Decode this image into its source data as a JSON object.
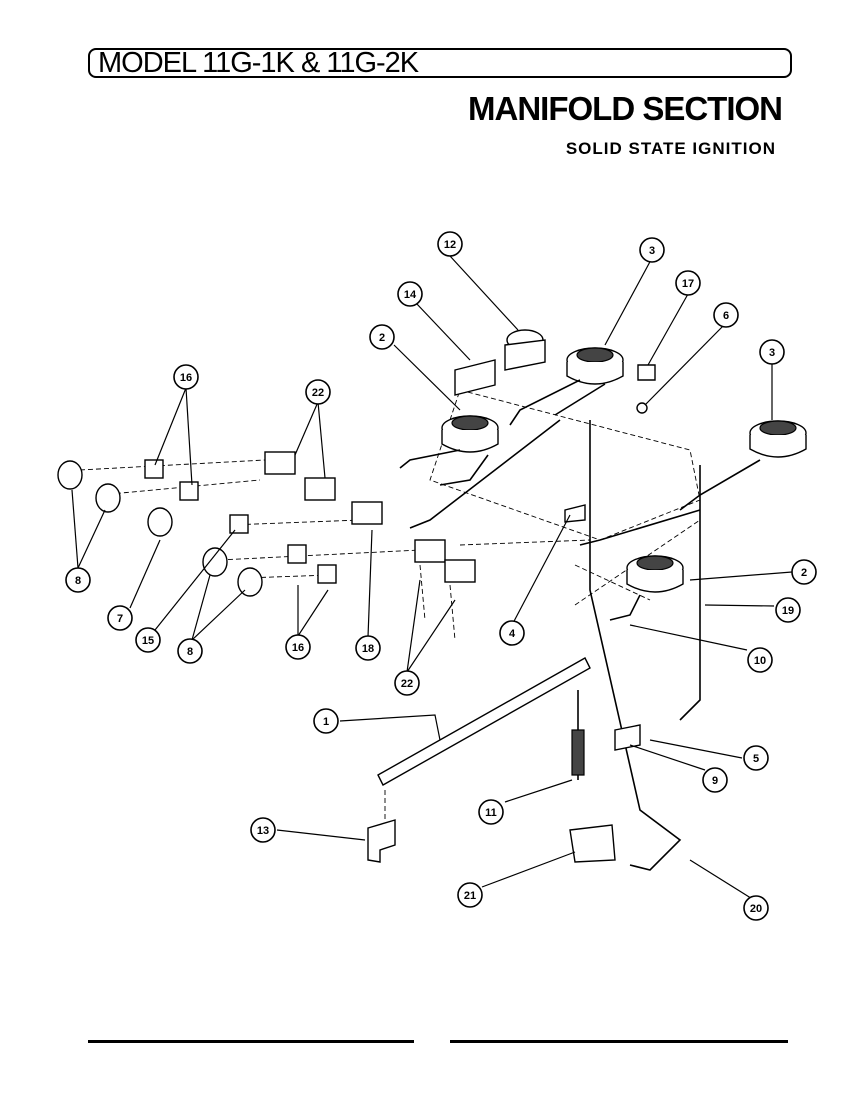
{
  "header": {
    "model": "MODEL 11G-1K & 11G-2K",
    "section": "MANIFOLD SECTION",
    "subtitle": "SOLID STATE IGNITION"
  },
  "callouts": [
    {
      "id": "c1",
      "label": "1"
    },
    {
      "id": "c2a",
      "label": "2"
    },
    {
      "id": "c2b",
      "label": "2"
    },
    {
      "id": "c3a",
      "label": "3"
    },
    {
      "id": "c3b",
      "label": "3"
    },
    {
      "id": "c4",
      "label": "4"
    },
    {
      "id": "c5",
      "label": "5"
    },
    {
      "id": "c6",
      "label": "6"
    },
    {
      "id": "c7",
      "label": "7"
    },
    {
      "id": "c8a",
      "label": "8"
    },
    {
      "id": "c8b",
      "label": "8"
    },
    {
      "id": "c9",
      "label": "9"
    },
    {
      "id": "c10",
      "label": "10"
    },
    {
      "id": "c11",
      "label": "11"
    },
    {
      "id": "c12",
      "label": "12"
    },
    {
      "id": "c13",
      "label": "13"
    },
    {
      "id": "c14",
      "label": "14"
    },
    {
      "id": "c15",
      "label": "15"
    },
    {
      "id": "c16a",
      "label": "16"
    },
    {
      "id": "c16b",
      "label": "16"
    },
    {
      "id": "c17",
      "label": "17"
    },
    {
      "id": "c18",
      "label": "18"
    },
    {
      "id": "c19",
      "label": "19"
    },
    {
      "id": "c20",
      "label": "20"
    },
    {
      "id": "c21",
      "label": "21"
    },
    {
      "id": "c22a",
      "label": "22"
    },
    {
      "id": "c22b",
      "label": "22"
    }
  ]
}
